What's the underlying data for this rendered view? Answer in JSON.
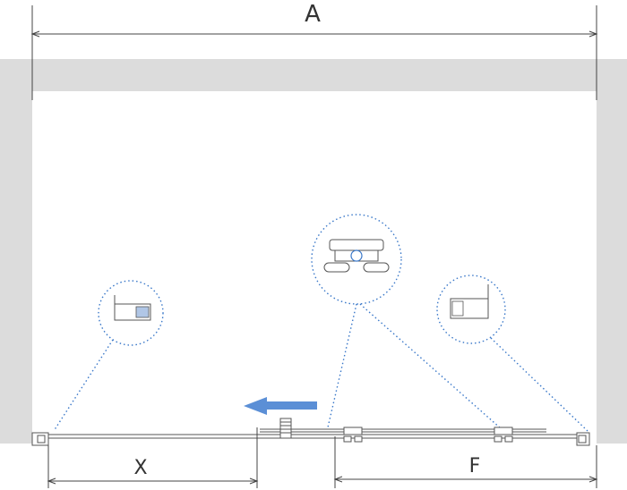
{
  "labels": {
    "total_width": "A",
    "opening_width": "X",
    "fixed_panel_width": "F"
  },
  "colors": {
    "wall": "#dcdcdc",
    "line": "#555555",
    "dotted": "#3a78c9",
    "arrow": "#5b8fd6"
  },
  "icons": [
    "wall-profile-left-icon",
    "roller-carriage-icon",
    "wall-profile-right-icon",
    "slide-direction-arrow-icon"
  ]
}
